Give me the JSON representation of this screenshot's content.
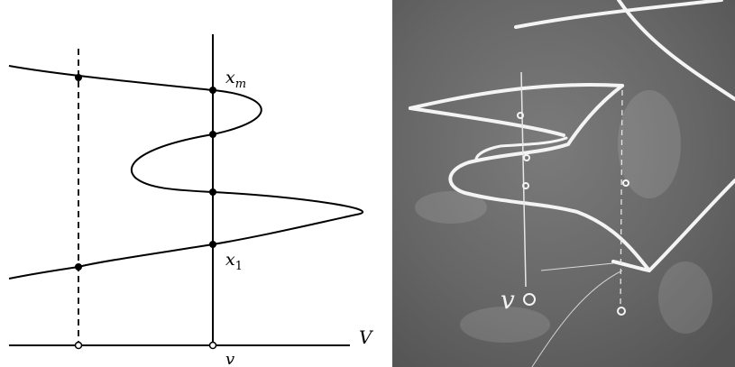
{
  "diagram": {
    "labels": {
      "x_m": "x",
      "x_m_sub": "m",
      "x_1": "x",
      "x_1_sub": "1",
      "axis_V": "V",
      "axis_v": "v"
    }
  },
  "photo": {
    "chalk_label": "v"
  }
}
